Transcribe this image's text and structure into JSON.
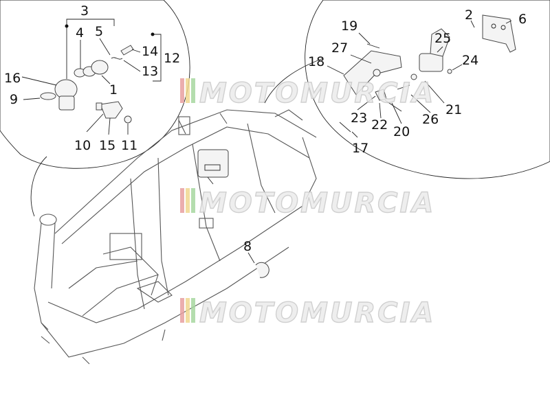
{
  "diagram": {
    "callouts": [
      {
        "id": "1",
        "label": "1"
      },
      {
        "id": "2",
        "label": "2"
      },
      {
        "id": "3",
        "label": "3"
      },
      {
        "id": "4",
        "label": "4"
      },
      {
        "id": "5",
        "label": "5"
      },
      {
        "id": "6",
        "label": "6"
      },
      {
        "id": "8",
        "label": "8"
      },
      {
        "id": "9",
        "label": "9"
      },
      {
        "id": "10",
        "label": "10"
      },
      {
        "id": "11",
        "label": "11"
      },
      {
        "id": "12",
        "label": "12"
      },
      {
        "id": "13",
        "label": "13"
      },
      {
        "id": "14",
        "label": "14"
      },
      {
        "id": "15",
        "label": "15"
      },
      {
        "id": "16",
        "label": "16"
      },
      {
        "id": "17",
        "label": "17"
      },
      {
        "id": "18",
        "label": "18"
      },
      {
        "id": "19",
        "label": "19"
      },
      {
        "id": "20",
        "label": "20"
      },
      {
        "id": "21",
        "label": "21"
      },
      {
        "id": "22",
        "label": "22"
      },
      {
        "id": "23",
        "label": "23"
      },
      {
        "id": "24",
        "label": "24"
      },
      {
        "id": "25",
        "label": "25"
      },
      {
        "id": "26",
        "label": "26"
      },
      {
        "id": "27",
        "label": "27"
      }
    ]
  },
  "watermark": {
    "text": "MOTOMURCIA",
    "stripe_colors": [
      "#e8a0a0",
      "#f0d890",
      "#a8d8a0"
    ]
  }
}
